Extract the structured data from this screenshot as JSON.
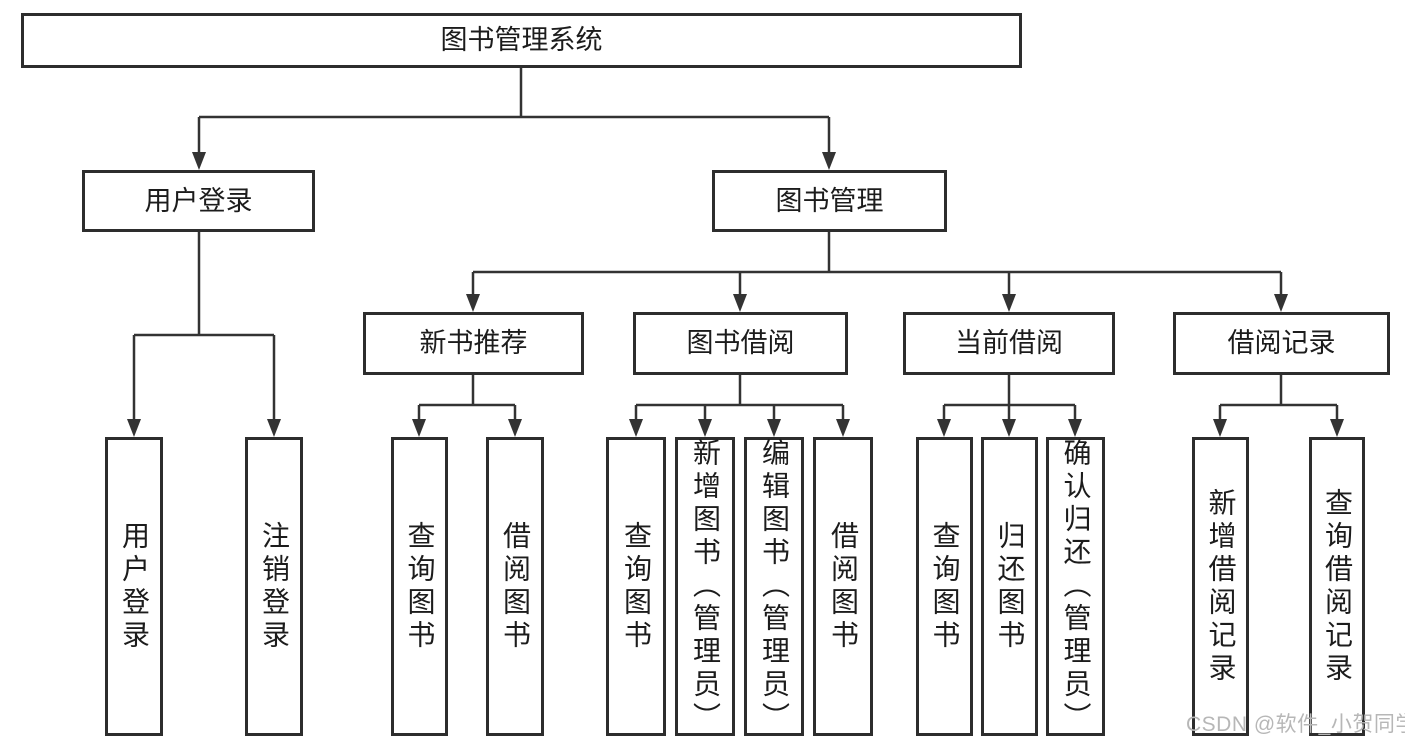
{
  "diagram": {
    "title": "图书管理系统",
    "level2": {
      "user_login": "用户登录",
      "book_management": "图书管理"
    },
    "level3": {
      "new_book_recommend": "新书推荐",
      "book_borrow": "图书借阅",
      "current_borrow": "当前借阅",
      "borrow_records": "借阅记录"
    },
    "leaves": {
      "user_login": [
        "用户登录",
        "注销登录"
      ],
      "new_book_recommend": [
        "查询图书",
        "借阅图书"
      ],
      "book_borrow": [
        "查询图书",
        "新增图书（管理员）",
        "编辑图书（管理员）",
        "借阅图书"
      ],
      "current_borrow": [
        "查询图书",
        "归还图书",
        "确认归还（管理员）"
      ],
      "borrow_records": [
        "新增借阅记录",
        "查询借阅记录"
      ]
    }
  },
  "watermark": "CSDN @软件_小贺同学",
  "colors": {
    "line": "#333333",
    "box_border": "#2d2d2d",
    "text": "#1c1c1c",
    "watermark": "#b7b7b7",
    "background": "#ffffff"
  }
}
